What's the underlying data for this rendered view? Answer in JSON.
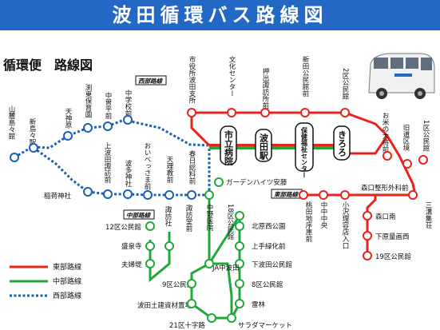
{
  "title": "波田循環バス路線図",
  "subtitle": "循環便　路線図",
  "colors": {
    "east": "#e8231c",
    "middle": "#22a83a",
    "west": "#1b60b5",
    "banner": "#2468c6"
  },
  "sections": {
    "west": "西部路線",
    "middle": "中部路線",
    "east": "東部路線"
  },
  "legend": [
    {
      "label": "東部路線",
      "style": "red-solid"
    },
    {
      "label": "中部路線",
      "style": "green-solid"
    },
    {
      "label": "西部路線",
      "style": "blue-dotted"
    }
  ],
  "hubs": [
    "市立病院",
    "波田駅",
    "保健福祉センター",
    "きろろ"
  ],
  "stops_top": [
    "市役所波田支所",
    "文化センター",
    "押出諏訪所前",
    "新田公民館前",
    "2区公民館"
  ],
  "stops_east": [
    "お米の大将前",
    "旧道区境",
    "1区公民館",
    "森口整形外科前",
    "三溝集荘",
    "森口南",
    "下原量画西",
    "19区公民館",
    "桃田地序庫前",
    "中中中央",
    "小沢理容店入口"
  ],
  "stops_west": [
    "山麓島々館",
    "新島々駅",
    "天神原",
    "渕東保育園",
    "中曽平前",
    "中学校前",
    "上波田諏訪前",
    "おいべっさま前",
    "天理教前",
    "春日総料前",
    "稲荷神社",
    "波多神社"
  ],
  "stops_middle": [
    "12区公民館",
    "盛泉寺",
    "夫婦堤",
    "諏訪社",
    "諏訪堂前",
    "中野医院",
    "18区公民館",
    "ガーデンハイツ安藤",
    "北原西公園",
    "上手緑化前",
    "下波田公民館",
    "8区公民館",
    "雷林",
    "サラダマーケット",
    "21区十字路",
    "波田土建資材置場",
    "9区公民館",
    "JA中波田"
  ]
}
